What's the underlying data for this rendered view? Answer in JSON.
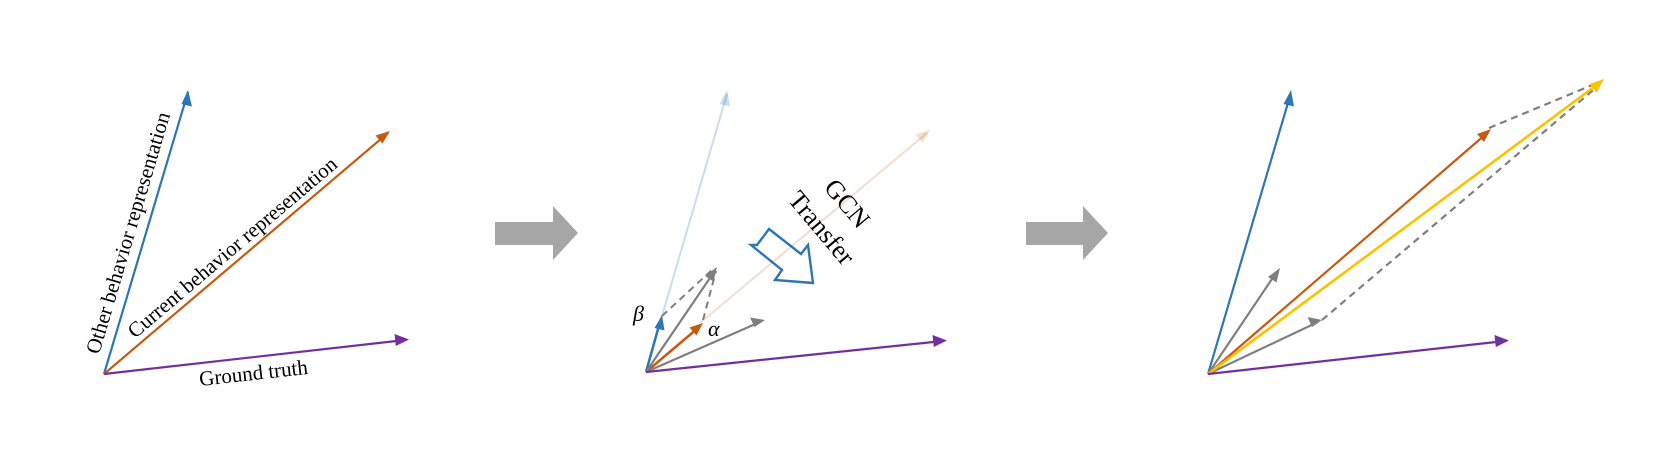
{
  "colors": {
    "other_behavior": "#2e75b6",
    "current_behavior": "#c55a11",
    "ground_truth": "#7030a0",
    "auxiliary": "#7f7f7f",
    "fused": "#ffc000",
    "stage_arrow": "#a6a6a6"
  },
  "panel1": {
    "other_label": "Other behavior representation",
    "current_label": "Current behavior representation",
    "truth_label": "Ground truth"
  },
  "panel2": {
    "gcn_label": "GCN",
    "transfer_label": "Transfer",
    "beta_symbol": "β",
    "alpha_symbol": "α",
    "hollow_arrow_icon": "hollow-down-right-arrow-icon"
  },
  "stage_arrow_icon": "block-right-arrow-icon"
}
